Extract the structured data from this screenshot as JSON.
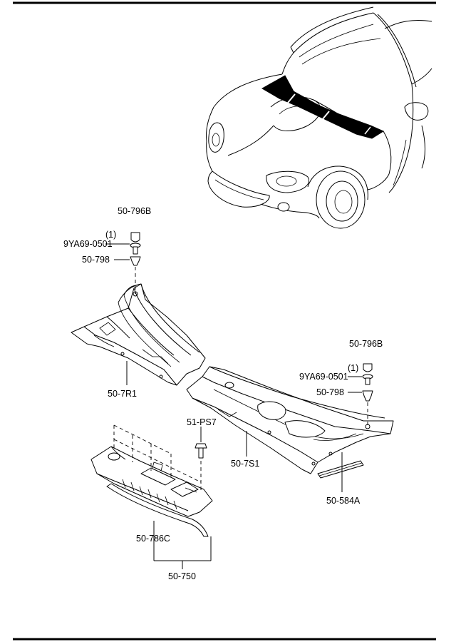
{
  "labels": {
    "cap_top": "50-796B",
    "qty_top": "(1)",
    "bolt_top": "9YA69-0501",
    "clip_top": "50-798",
    "cowl_left": "50-7R1",
    "cap_right": "50-796B",
    "qty_right": "(1)",
    "bolt_right": "9YA69-0501",
    "clip_right": "50-798",
    "cowl_right": "50-7S1",
    "screw": "51-PS7",
    "seal": "50-584A",
    "gasket": "50-786C",
    "assembly": "50-750"
  }
}
